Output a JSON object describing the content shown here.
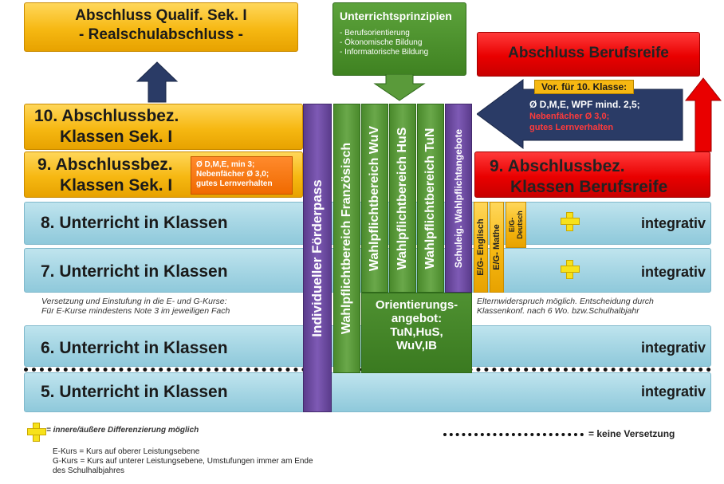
{
  "top_left": {
    "line1": "Abschluss Qualif. Sek. I",
    "line2": "- Realschulabschluss -"
  },
  "principles": {
    "title": "Unterrichtsprinzipien",
    "items": [
      "- Berufsorientierung",
      "- Ökonomische Bildung",
      "- Informatorische Bildung"
    ]
  },
  "top_right": {
    "title": "Abschluss Berufsreife"
  },
  "req10": {
    "title": "Vor. für 10. Klasse:",
    "line1": "Ø D,M,E, WPF mind. 2,5;",
    "line2": "Nebenfächer Ø 3,0;",
    "line3": "gutes Lernverhalten"
  },
  "row10": {
    "line1": "10. Abschlussbez.",
    "line2": "Klassen Sek. I"
  },
  "row9": {
    "line1": "9.  Abschlussbez.",
    "line2": "Klassen Sek. I"
  },
  "req9": {
    "line1": "Ø D,M,E, min 3;",
    "line2": "Nebenfächer Ø 3,0;",
    "line3": "gutes Lernverhalten"
  },
  "row9r": {
    "line1": "9. Abschlussbez.",
    "line2": "Klassen Berufsreife"
  },
  "row8": {
    "label": "8. Unterricht in Klassen",
    "right": "integrativ"
  },
  "row7": {
    "label": "7. Unterricht in Klassen",
    "right": "integrativ"
  },
  "row6": {
    "label": "6. Unterricht in Klassen",
    "right": "integrativ"
  },
  "row5": {
    "label": "5. Unterricht in Klassen",
    "right": "integrativ"
  },
  "columns": {
    "foerder": "Individueller Förderpass",
    "franz": "Wahlpflichtbereich Französisch",
    "wuv": "Wahlpflichtbereich WuV",
    "hus": "Wahlpflichtbereich HuS",
    "tun": "Wahlpflichtbereich TuN",
    "schul": "Schuleig. Wahlpflichtangebote"
  },
  "eg": {
    "englisch": "E/G- Englisch",
    "mathe": "E/G- Mathe",
    "deutsch": "E/G- Deutsch"
  },
  "orient": {
    "line1": "Orientierungs-",
    "line2": "angebot:",
    "line3": "TuN,HuS,",
    "line4": "WuV,IB"
  },
  "note_left": {
    "line1": "Versetzung und Einstufung in die  E- und G-Kurse:",
    "line2": "Für E-Kurse  mindestens Note  3  im jeweiligen Fach"
  },
  "note_right": {
    "line1": "Elternwiderspruch möglich. Entscheidung durch",
    "line2": "Klassenkonf.  nach 6 Wo. bzw.Schulhalbjahr"
  },
  "legend": {
    "cross": "= innere/äußere Differenzierung möglich",
    "dotted": "= keine Versetzung",
    "ekurs": "E-Kurs  = Kurs auf oberer Leistungsebene",
    "gkurs": "G-Kurs = Kurs auf unterer Leistungsebene,  Umstufungen  immer am Ende",
    "gkurs2": "des Schulhalbjahres"
  },
  "colors": {
    "cyan": "#a6d6e4",
    "yellow": "#f6b812",
    "red": "#e90000",
    "green": "#5a9a3a",
    "purple": "#6e4ba3",
    "orange": "#f06a00",
    "navy": "#2a3b66"
  }
}
